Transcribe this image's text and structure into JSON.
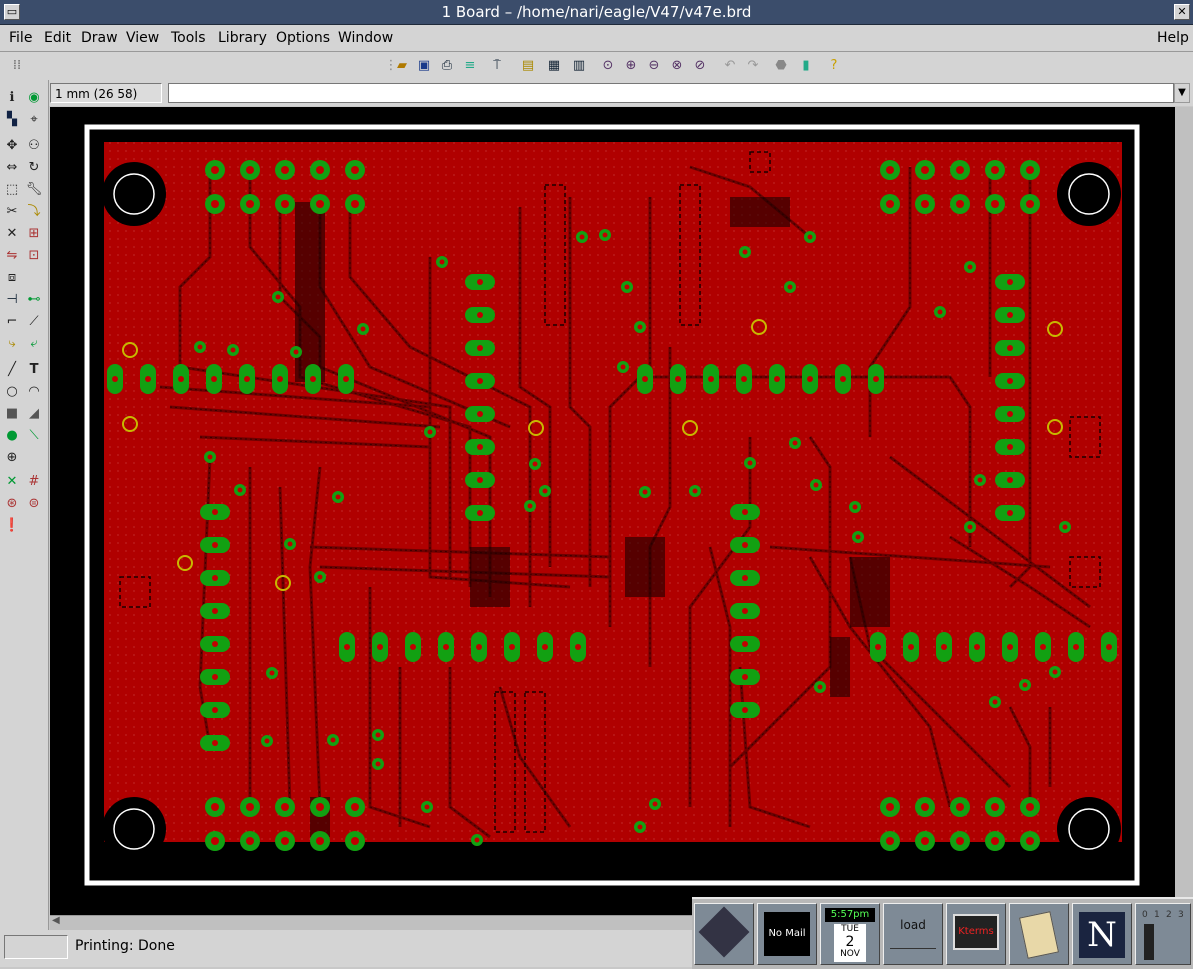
{
  "window": {
    "title": "1 Board – /home/nari/eagle/V47/v47e.brd",
    "close_glyph": "✕"
  },
  "menu": {
    "items": [
      {
        "label": "File"
      },
      {
        "label": "Edit"
      },
      {
        "label": "Draw"
      },
      {
        "label": "View"
      },
      {
        "label": "Tools"
      },
      {
        "label": "Library"
      },
      {
        "label": "Options"
      },
      {
        "label": "Window"
      }
    ],
    "help": "Help"
  },
  "toolbar": {
    "icons": [
      "open-folder-icon",
      "save-icon",
      "print-icon",
      "cam-icon",
      "ulp-icon",
      "book-icon",
      "script-icon",
      "run-ulp-icon",
      "zoom-fit-icon",
      "zoom-in-icon",
      "zoom-out-icon",
      "zoom-previous-icon",
      "zoom-select-icon",
      "undo-icon",
      "redo-icon",
      "stop-icon",
      "go-icon",
      "help-icon"
    ]
  },
  "command": {
    "coordinate": "1 mm (26 58)",
    "input_value": ""
  },
  "status": {
    "text": "Printing: Done"
  },
  "dock": {
    "mail": "No Mail",
    "clock": "5:57pm",
    "weekday": "TUE",
    "day": "2",
    "month": "NOV",
    "load": "load",
    "xterm": "Kterms",
    "netscape": "N",
    "desktops": [
      "0",
      "1",
      "2",
      "3"
    ]
  },
  "colors": {
    "board": "#b00000",
    "trace": "#6e0000",
    "pad": "#12a012",
    "via": "#c8b800",
    "outline": "#ffffff",
    "background": "#000000"
  }
}
